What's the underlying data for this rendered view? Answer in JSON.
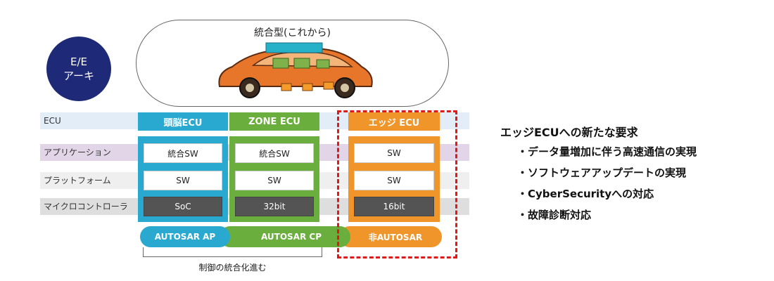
{
  "ee_label": {
    "line1": "E/E",
    "line2": "アーキ"
  },
  "pill_title": "統合型(これから)",
  "rows": {
    "ecu": "ECU",
    "app": "アプリケーション",
    "plat": "プラットフォーム",
    "mcu": "マイクロコントローラ"
  },
  "columns": [
    {
      "header": "頭脳ECU",
      "app": "統合SW",
      "plat": "SW",
      "mcu": "SoC"
    },
    {
      "header": "ZONE ECU",
      "app": "統合SW",
      "plat": "SW",
      "mcu": "32bit"
    },
    {
      "header": "エッジ ECU",
      "app": "SW",
      "plat": "SW",
      "mcu": "16bit"
    }
  ],
  "autosar": {
    "ap": "AUTOSAR AP",
    "cp": "AUTOSAR CP",
    "non": "非AUTOSAR"
  },
  "brace_label": "制御の統合化進む",
  "requirements": {
    "title": "エッジECUへの新たな要求",
    "items": [
      "・データ量増加に伴う高速通信の実現",
      "・ソフトウェアアップデートの実現",
      "・CyberSecurityへの対応",
      "・故障診断対応"
    ]
  },
  "colors": {
    "brain": "#29a9cf",
    "zone": "#6aae3d",
    "edge": "#f0952a",
    "ee_circle": "#1e2a78",
    "highlight": "#e01818"
  }
}
